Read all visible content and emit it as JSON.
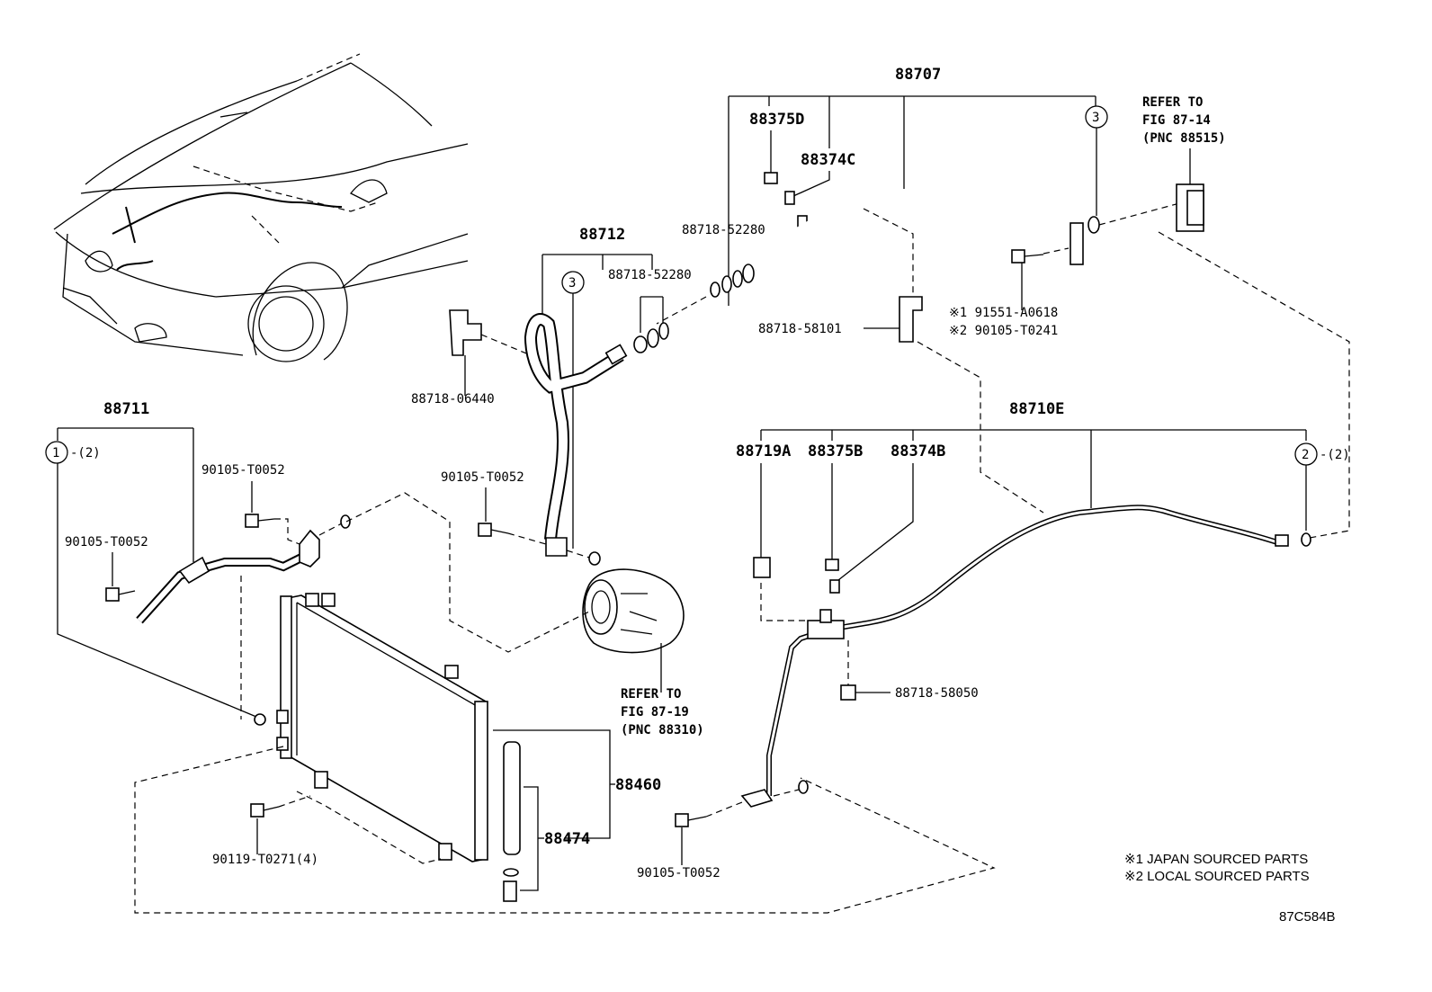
{
  "parts": {
    "p88707": "88707",
    "p88375D": "88375D",
    "p88374C": "88374C",
    "p88718_52280_a": "88718-52280",
    "p88718_52280_b": "88718-52280",
    "p88712": "88712",
    "p88718_06440": "88718-06440",
    "p88718_58101": "88718-58101",
    "p91551": "※1 91551-A0618",
    "p90105_T0241": "※2 90105-T0241",
    "p88711": "88711",
    "p90105_a": "90105-T0052",
    "p90105_b": "90105-T0052",
    "p90105_c": "90105-T0052",
    "p90105_d": "90105-T0052",
    "p88710E": "88710E",
    "p88719A": "88719A",
    "p88375B": "88375B",
    "p88374B": "88374B",
    "p88718_58050": "88718-58050",
    "p88460": "88460",
    "p88474": "88474",
    "p90119": "90119-T0271(4)"
  },
  "callouts": {
    "c1": "1",
    "c1_qty": "-(2)",
    "c2": "2",
    "c2_qty": "-(2)",
    "c3a": "3",
    "c3b": "3"
  },
  "refs": {
    "r1_l1": "REFER TO",
    "r1_l2": "FIG 87-14",
    "r1_l3": "(PNC 88515)",
    "r2_l1": "REFER TO",
    "r2_l2": "FIG 87-19",
    "r2_l3": "(PNC 88310)"
  },
  "legend": {
    "l1": "※1 JAPAN SOURCED PARTS",
    "l2": "※2 LOCAL SOURCED PARTS",
    "code": "87C584B"
  }
}
